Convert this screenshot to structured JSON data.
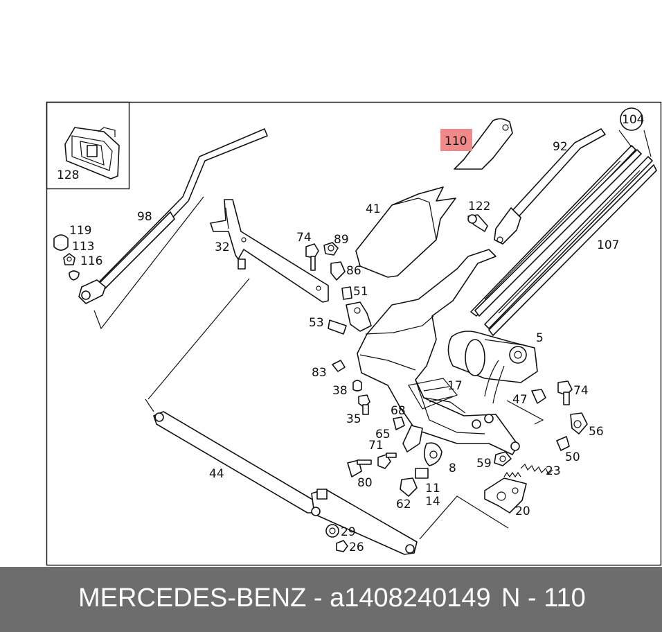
{
  "diagram": {
    "highlighted_label": "110",
    "labels": [
      {
        "id": "104",
        "text": "104"
      },
      {
        "id": "128",
        "text": "128"
      },
      {
        "id": "110",
        "text": "110"
      },
      {
        "id": "92",
        "text": "92"
      },
      {
        "id": "98",
        "text": "98"
      },
      {
        "id": "41",
        "text": "41"
      },
      {
        "id": "122",
        "text": "122"
      },
      {
        "id": "119",
        "text": "119"
      },
      {
        "id": "113",
        "text": "113"
      },
      {
        "id": "116",
        "text": "116"
      },
      {
        "id": "32",
        "text": "32"
      },
      {
        "id": "74a",
        "text": "74"
      },
      {
        "id": "89",
        "text": "89"
      },
      {
        "id": "86",
        "text": "86"
      },
      {
        "id": "107",
        "text": "107"
      },
      {
        "id": "51",
        "text": "51"
      },
      {
        "id": "53",
        "text": "53"
      },
      {
        "id": "5",
        "text": "5"
      },
      {
        "id": "83",
        "text": "83"
      },
      {
        "id": "17",
        "text": "17"
      },
      {
        "id": "38",
        "text": "38"
      },
      {
        "id": "74b",
        "text": "74"
      },
      {
        "id": "47",
        "text": "47"
      },
      {
        "id": "35",
        "text": "35"
      },
      {
        "id": "68",
        "text": "68"
      },
      {
        "id": "56",
        "text": "56"
      },
      {
        "id": "65",
        "text": "65"
      },
      {
        "id": "71",
        "text": "71"
      },
      {
        "id": "50",
        "text": "50"
      },
      {
        "id": "8",
        "text": "8"
      },
      {
        "id": "59",
        "text": "59"
      },
      {
        "id": "23",
        "text": "23"
      },
      {
        "id": "44",
        "text": "44"
      },
      {
        "id": "80",
        "text": "80"
      },
      {
        "id": "11",
        "text": "11"
      },
      {
        "id": "14",
        "text": "14"
      },
      {
        "id": "62",
        "text": "62"
      },
      {
        "id": "20",
        "text": "20"
      },
      {
        "id": "29",
        "text": "29"
      },
      {
        "id": "26",
        "text": "26"
      }
    ]
  },
  "footer": {
    "brand_part": "MERCEDES-BENZ - a1408240149",
    "position": "N - 110"
  }
}
